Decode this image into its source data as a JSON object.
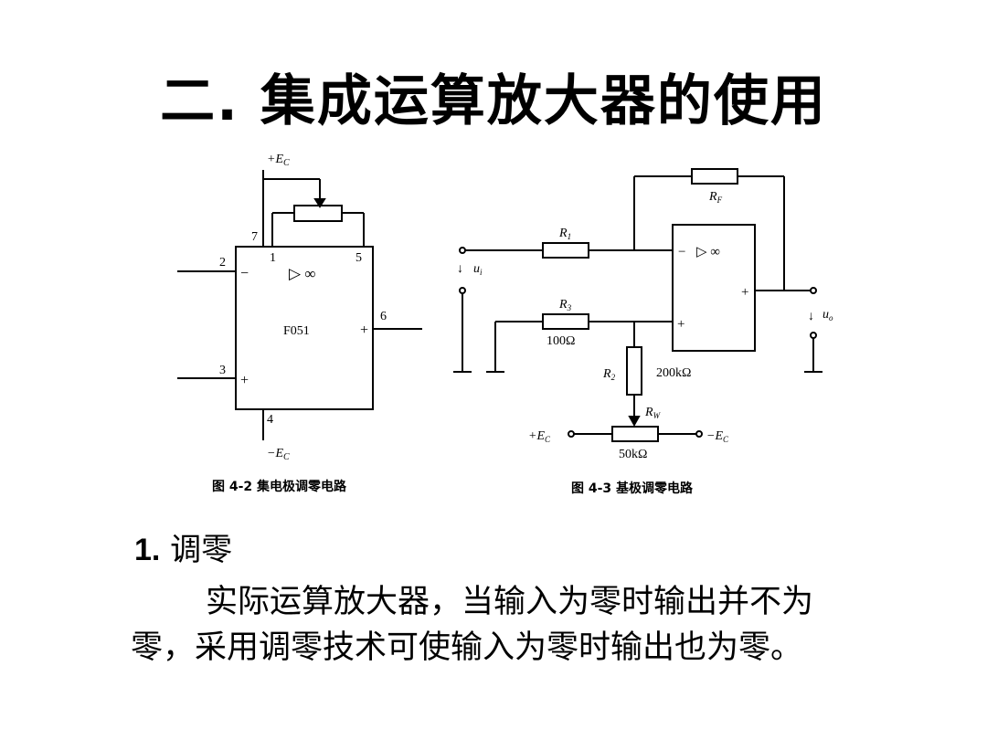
{
  "slide": {
    "title": "二. 集成运算放大器的使用",
    "section_number": "1.",
    "section_heading": "调零",
    "paragraph_line1": "实际运算放大器，当输入为零时输出并不为",
    "paragraph_line2": "零，采用调零技术可使输入为零时输出也为零。"
  },
  "fig42": {
    "caption": "图 4-2   集电极调零电路",
    "vcc_label": "+E",
    "vcc_sub": "C",
    "vee_label": "−E",
    "vee_sub": "C",
    "chip_name": "F051",
    "amp_symbol": "▷ ∞",
    "pin1": "1",
    "pin2": "2",
    "pin3": "3",
    "pin4": "4",
    "pin5": "5",
    "pin6": "6",
    "pin7": "7",
    "minus": "−",
    "plus": "+"
  },
  "fig43": {
    "caption": "图 4-3   基极调零电路",
    "rf_label": "R",
    "rf_sub": "F",
    "r1_label": "R",
    "r1_sub": "1",
    "r3_label": "R",
    "r3_sub": "3",
    "r2_label": "R",
    "r2_sub": "2",
    "rw_label": "R",
    "rw_sub": "W",
    "r3_value": "100Ω",
    "r2_value": "200kΩ",
    "rw_value": "50kΩ",
    "ui_label": "u",
    "ui_sub": "i",
    "uo_label": "u",
    "uo_sub": "o",
    "vcc_label": "+E",
    "vcc_sub": "C",
    "vee_label": "−E",
    "vee_sub": "C",
    "amp_symbol": "▷ ∞",
    "minus": "−",
    "plus": "+"
  }
}
